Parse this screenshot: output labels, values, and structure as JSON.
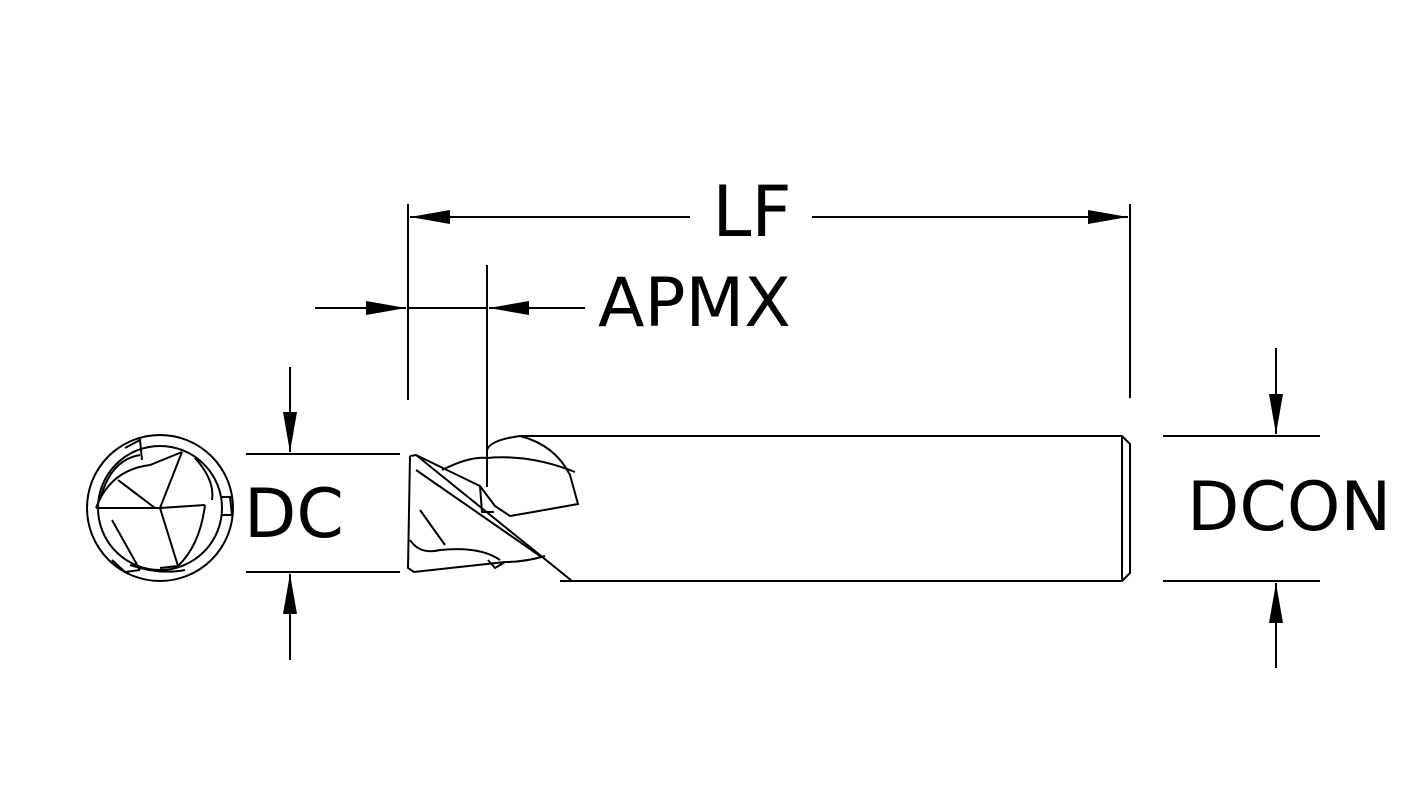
{
  "diagram": {
    "labels": {
      "lf": "LF",
      "apmx": "APMX",
      "dc": "DC",
      "dcon": "DCON"
    },
    "colors": {
      "line": "#000000",
      "background": "#ffffff"
    }
  }
}
